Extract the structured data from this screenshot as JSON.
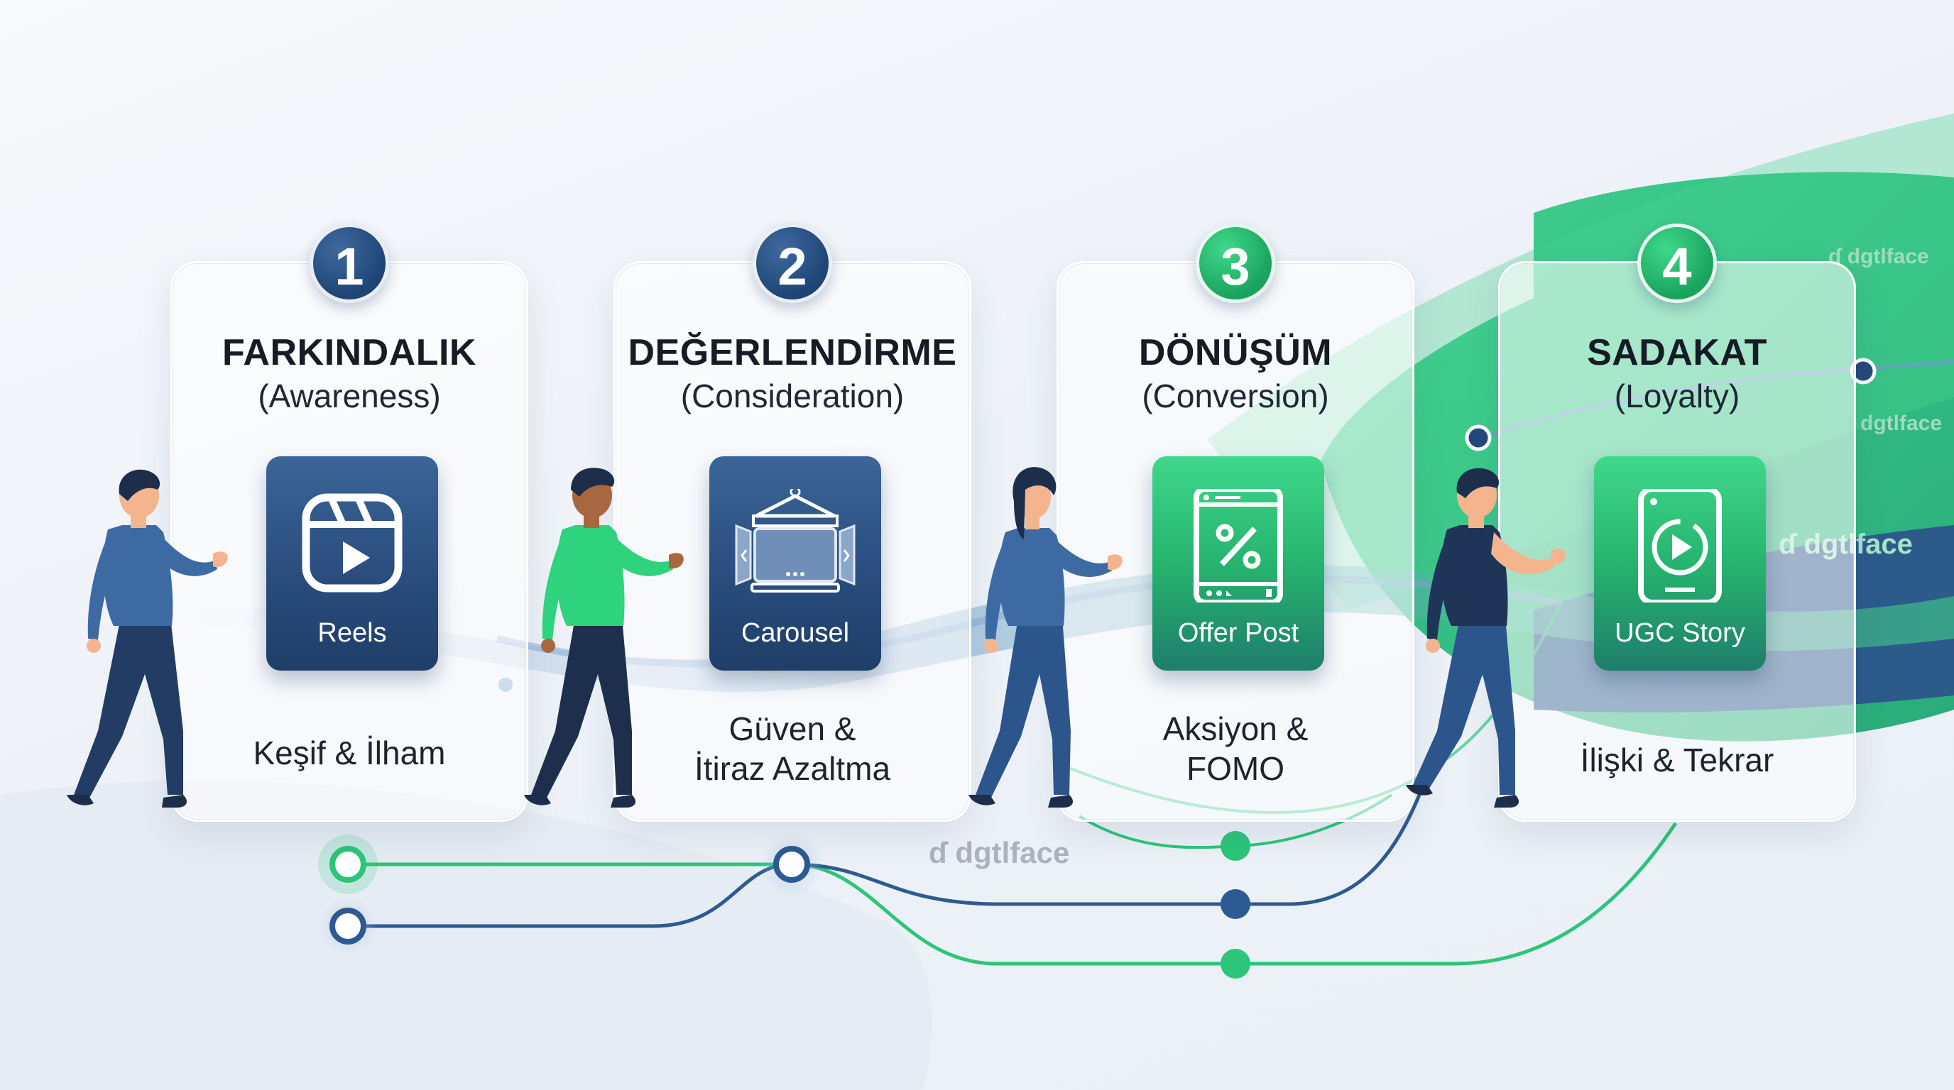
{
  "stages": [
    {
      "number": "1",
      "title": "FARKINDALIK",
      "subtitle": "(Awareness)",
      "format": "Reels",
      "format_icon": "reels-icon",
      "desc_lines": [
        "Keşif & İlham"
      ],
      "accent": "#25497a"
    },
    {
      "number": "2",
      "title": "DEĞERLENDİRME",
      "subtitle": "(Consideration)",
      "format": "Carousel",
      "format_icon": "carousel-icon",
      "desc_lines": [
        "Güven &",
        "İtiraz Azaltma"
      ],
      "accent": "#25497a"
    },
    {
      "number": "3",
      "title": "DÖNÜŞÜM",
      "subtitle": "(Conversion)",
      "format": "Offer Post",
      "format_icon": "offer-post-icon",
      "desc_lines": [
        "Aksiyon &",
        "FOMO"
      ],
      "accent": "#22b069"
    },
    {
      "number": "4",
      "title": "SADAKAT",
      "subtitle": "(Loyalty)",
      "format": "UGC Story",
      "format_icon": "ugc-story-icon",
      "desc_lines": [
        "İlişki & Tekrar"
      ],
      "accent": "#22b069"
    }
  ],
  "watermark": "dgtlface",
  "colors": {
    "navy": "#25497a",
    "green": "#2cc57a",
    "text": "#151c26"
  }
}
